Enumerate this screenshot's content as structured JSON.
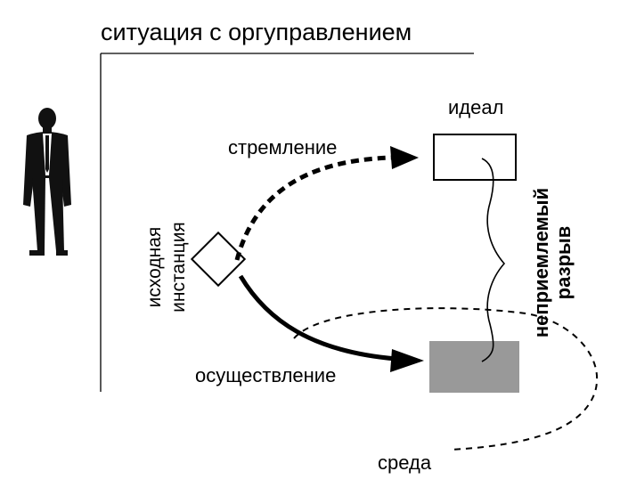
{
  "title": "ситуация с оргуправлением",
  "labels": {
    "ideal": "идеал",
    "aspiration": "стремление",
    "realization": "осуществление",
    "environment": "среда",
    "initial_line1": "исходная",
    "initial_line2": "инстанция",
    "gap_line1": "неприемлемый",
    "gap_line2": "разрыв"
  },
  "icons": {
    "person": "businessman-silhouette-icon"
  },
  "colors": {
    "line": "#000000",
    "reality_fill": "#999999",
    "background": "#ffffff"
  }
}
